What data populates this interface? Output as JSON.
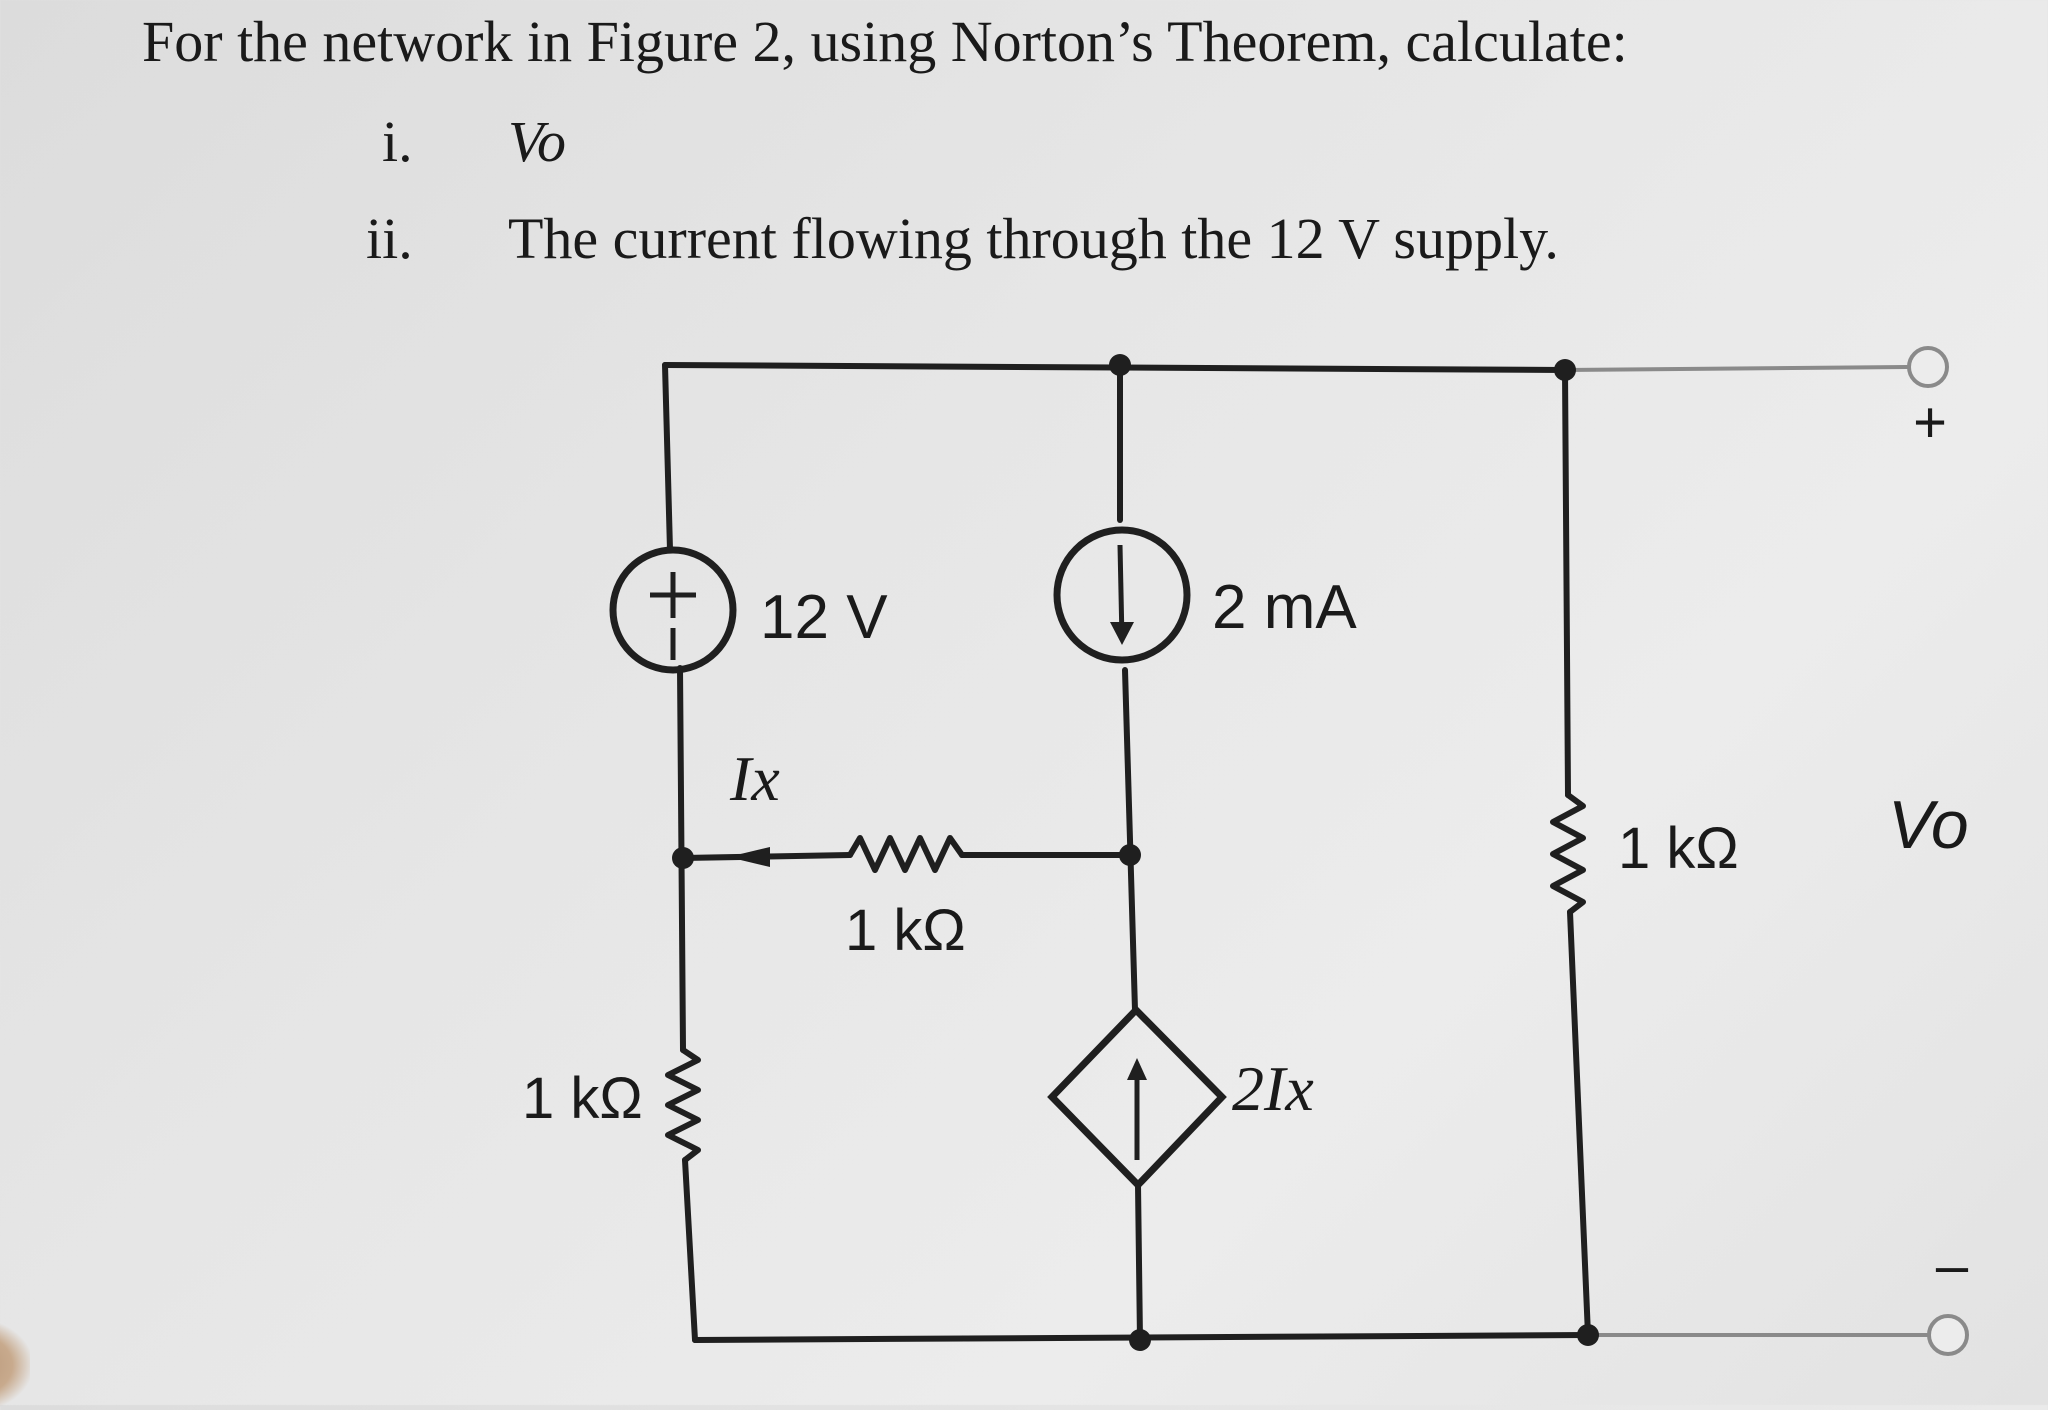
{
  "question": {
    "intro": "For the network in Figure 2, using Norton’s Theorem, calculate:",
    "items": [
      {
        "marker": "i.",
        "text": "Vo"
      },
      {
        "marker": "ii.",
        "text": "The current flowing through the 12 V supply."
      }
    ]
  },
  "circuit": {
    "voltage_source": "12 V",
    "current_source": "2 mA",
    "dependent_source": "2Ix",
    "ix_label": "Ix",
    "r_middle": "1 kΩ",
    "r_left": "1 kΩ",
    "r_right": "1 kΩ",
    "output_label": "Vo",
    "plus": "+",
    "minus": "–"
  }
}
